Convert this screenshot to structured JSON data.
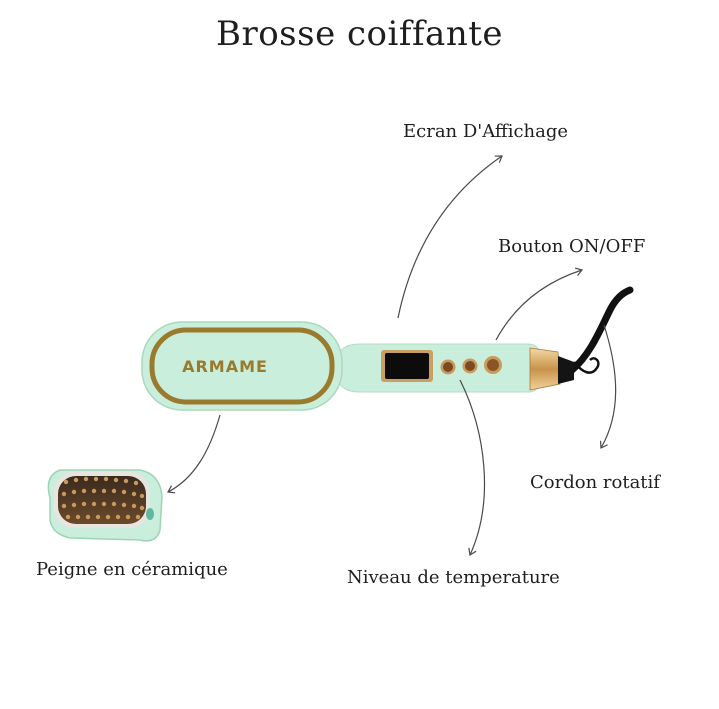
{
  "title": "Brosse coiffante",
  "brand": "ARMAME",
  "labels": {
    "screen": "Ecran D'Affichage",
    "power": "Bouton ON/OFF",
    "cord": "Cordon rotatif",
    "comb": "Peigne en céramique",
    "temperature": "Niveau de temperature"
  },
  "colors": {
    "body": "#c9eedb",
    "gold": "#9a7a2c",
    "text": "#1e1e1e"
  }
}
